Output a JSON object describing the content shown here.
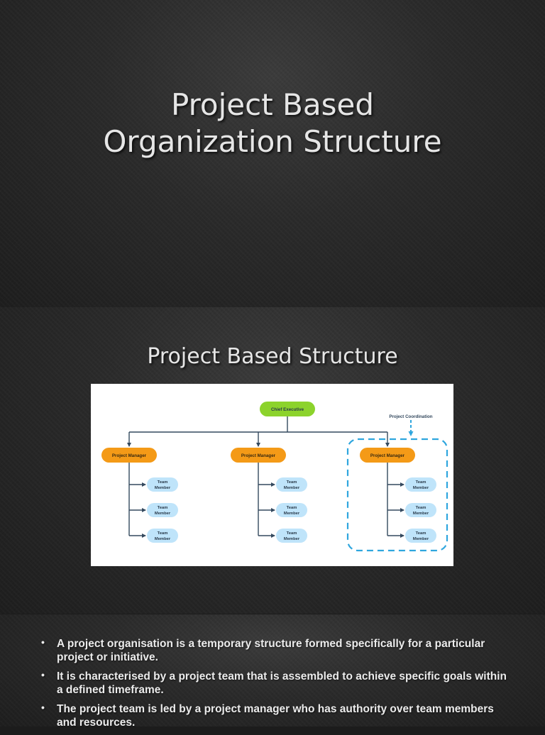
{
  "slide1": {
    "title_line1": "Project Based",
    "title_line2": "Organization Structure"
  },
  "slide2": {
    "title": "Project Based Structure",
    "diagram": {
      "root": "Chief Executive",
      "coordination_label": "Project Coordination",
      "manager_label": "Project Manager",
      "member_line1": "Team",
      "member_line2": "Member",
      "colors": {
        "root": "#8cd32c",
        "manager": "#f49a17",
        "member": "#bfe4fa",
        "connector": "#34495e",
        "coordination": "#2fa6de"
      }
    }
  },
  "slide3": {
    "bullets": [
      "A project organisation is a temporary structure formed specifically for a particular project or initiative.",
      "It is characterised by a project team that is assembled to achieve specific goals within a defined timeframe.",
      "The project team is led by a project manager who has authority over team members and resources."
    ]
  }
}
